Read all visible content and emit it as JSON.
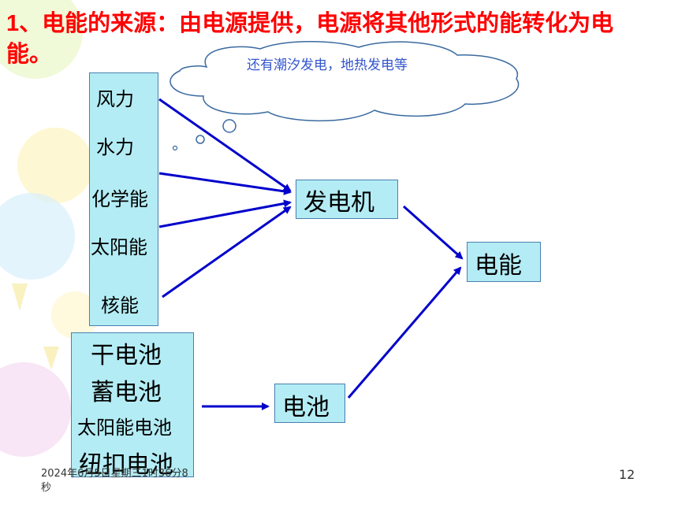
{
  "title": {
    "number": "1",
    "text": "、电能的来源：由电源提供，电源将其他形式的能转化为电能。"
  },
  "cloud": {
    "text": "还有潮汐发电，地热发电等"
  },
  "sources_top": [
    "风力",
    "水力",
    "化学能",
    "太阳能",
    "核能"
  ],
  "sources_bottom": [
    "干电池",
    "蓄电池",
    "太阳能电池",
    "纽扣电池"
  ],
  "nodes": {
    "generator": "发电机",
    "battery": "电池",
    "electric_energy": "电能"
  },
  "footer": {
    "date": "2024年6月5日星期三1时36分8秒",
    "page": "12"
  },
  "colors": {
    "title": "#ff0000",
    "arrow": "#0000cc",
    "box_fill": "#b3ecf4",
    "cloud_text": "#3355cc"
  }
}
